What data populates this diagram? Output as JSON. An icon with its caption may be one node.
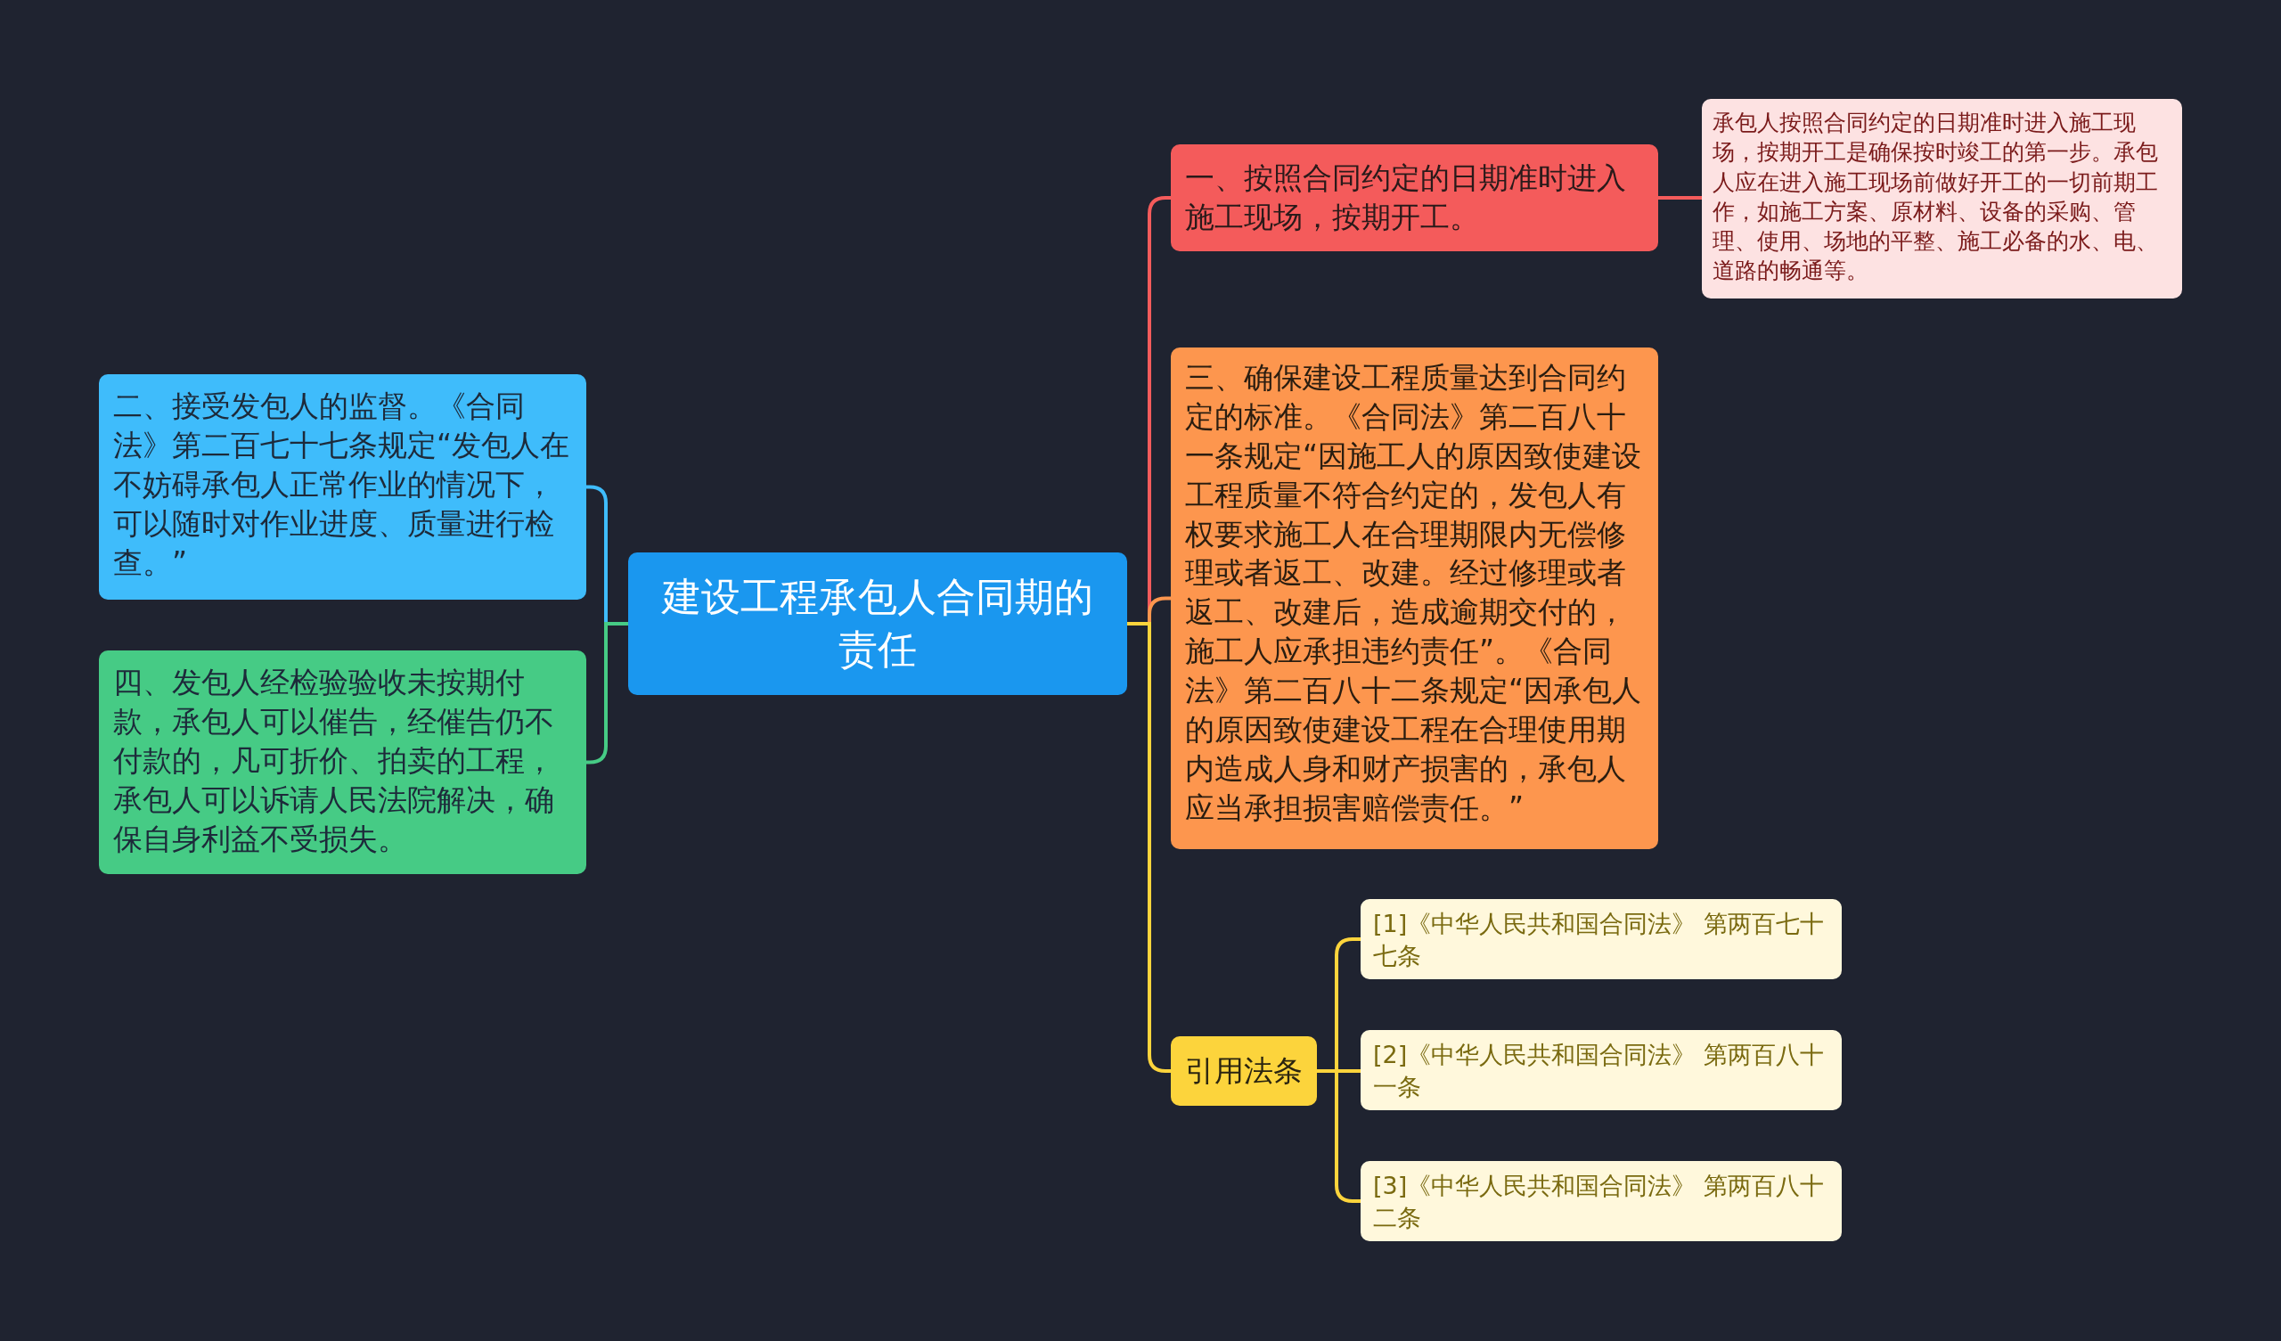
{
  "diagram": {
    "nodes": [
      {
        "text": [
          "建设工程承包人合同期的责任"
        ]
      },
      {
        "text": [
          "二、接受发包人的监督。《合同法》第二百七十七条规定“发包人在不妨碍承包人正常作业的情况下，可以随时对作业进度、质量进行检查。”"
        ]
      },
      {
        "text": [
          "四、发包人经检验验收未按期付款，承包人可以催告，经催告仍不付款的，凡可折价、拍卖的工程，承包人可以诉请人民法院解决，确保自身利益不受损失。"
        ]
      },
      {
        "text": [
          "一、按照合同约定的日期准时进入施工现场，按期开工。"
        ]
      },
      {
        "text": [
          "承包人按照合同约定的日期准时进入施工现场，按期开工是确保按时竣工的第一步。承包人应在进入施工现场前做好开工的一切前期工作，如施工方案、原材料、设备的采购、管理、使用、场地的平整、施工必备的水、电、道路的畅通等。"
        ]
      },
      {
        "text": [
          "三、确保建设工程质量达到合同约定的标准。《合同法》第二百八十一条规定“因施工人的原因致使建设工程质量不符合约定的，发包人有权要求施工人在合理期限内无偿修理或者返工、改建。经过修理或者返工、改建后，造成逾期交付的，施工人应承担违约责任”。《合同法》第二百八十二条规定“因承包人的原因致使建设工程在合理使用期内造成人身和财产损害的，承包人应当承担损害赔偿责任。”"
        ]
      },
      {
        "text": [
          "引用法条"
        ]
      },
      {
        "text": [
          "[1]《中华人民共和国合同法》 第两百七十七条"
        ]
      },
      {
        "text": [
          "[2]《中华人民共和国合同法》 第两百八十一条"
        ]
      },
      {
        "text": [
          "[3]《中华人民共和国合同法》 第两百八十二条"
        ]
      }
    ],
    "edges": [
      {
        "from": 0,
        "to": 1,
        "arrow": "none",
        "color": "#3fbcfb"
      },
      {
        "from": 0,
        "to": 2,
        "arrow": "none",
        "color": "#46cb85"
      },
      {
        "from": 0,
        "to": 3,
        "arrow": "none",
        "color": "#f45b5b"
      },
      {
        "from": 3,
        "to": 4,
        "arrow": "none",
        "color": "#f45b5b"
      },
      {
        "from": 0,
        "to": 5,
        "arrow": "none",
        "color": "#fd964e"
      },
      {
        "from": 0,
        "to": 6,
        "arrow": "none",
        "color": "#fcd43c"
      },
      {
        "from": 6,
        "to": 7,
        "arrow": "none",
        "color": "#fcd43c"
      },
      {
        "from": 6,
        "to": 8,
        "arrow": "none",
        "color": "#fcd43c"
      },
      {
        "from": 6,
        "to": 9,
        "arrow": "none",
        "color": "#fcd43c"
      }
    ]
  }
}
